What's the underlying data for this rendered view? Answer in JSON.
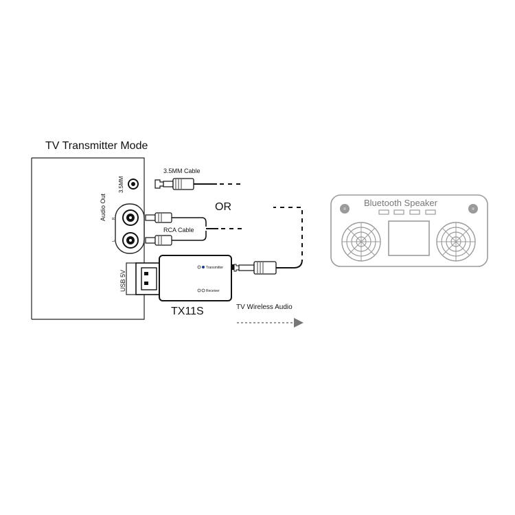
{
  "title": "TV Transmitter Mode",
  "tv": {
    "label_35mm": "3.5MM",
    "label_audio_out": "Audio Out",
    "label_r": "R",
    "label_l": "L",
    "label_usb5v": "USB 5V"
  },
  "cables": {
    "label_35mm_cable": "3.5MM Cable",
    "label_rca_cable": "RCA Cable",
    "label_or": "OR"
  },
  "device": {
    "name": "TX11S",
    "mode_transmitter": "Transmitter",
    "mode_receiver": "Receiver"
  },
  "wireless_label": "TV Wireless Audio",
  "speaker": {
    "label": "Bluetooth Speaker"
  }
}
